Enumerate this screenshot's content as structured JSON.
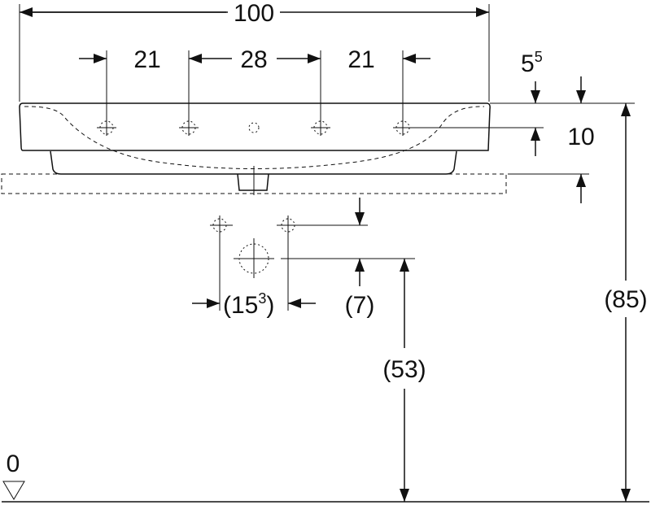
{
  "dimensions": {
    "overall_width": "100",
    "hole_spacing_outer_left": "21",
    "hole_spacing_middle": "28",
    "hole_spacing_outer_right": "21",
    "rim_thickness_base": "5",
    "rim_thickness_sup": "5",
    "rim_to_hole": "10",
    "drain_spacing_prefix": "(15",
    "drain_spacing_sup": "3",
    "drain_spacing_suffix": ")",
    "drain_height": "(7)",
    "drain_to_floor": "(53)",
    "rim_to_floor": "(85)",
    "floor_level": "0"
  }
}
